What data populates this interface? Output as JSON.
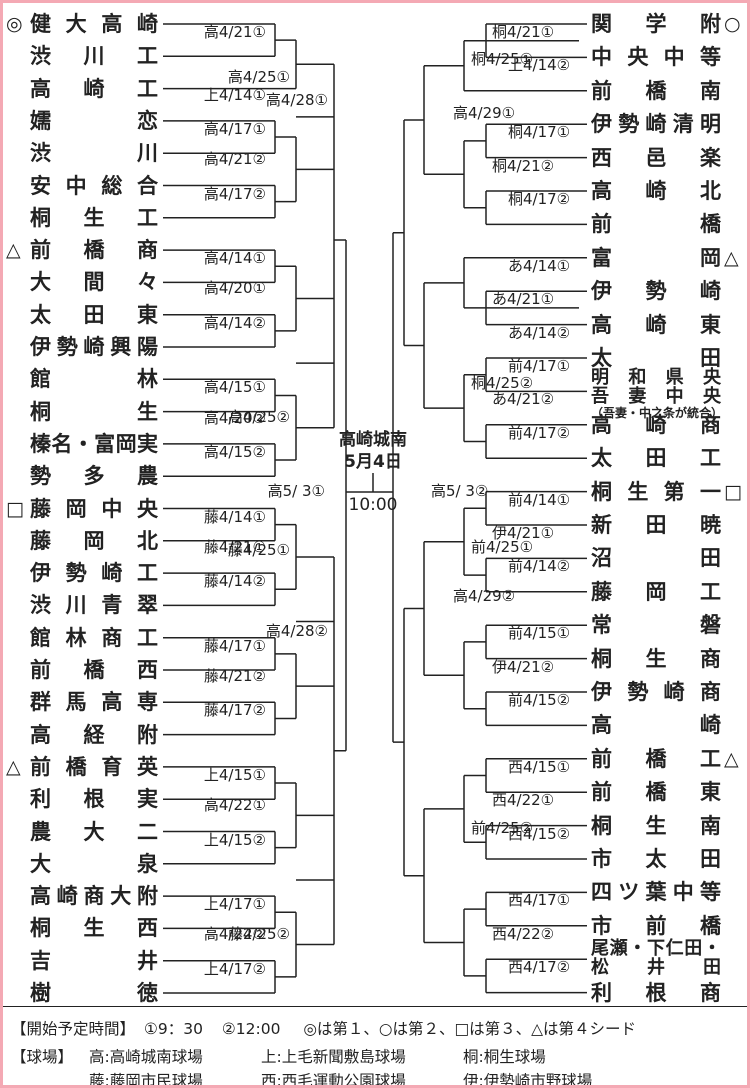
{
  "left_teams": [
    {
      "mark": "◎",
      "name": "健大高崎"
    },
    {
      "mark": "",
      "name": "渋川工"
    },
    {
      "mark": "",
      "name": "高崎工"
    },
    {
      "mark": "",
      "name": "嬬恋"
    },
    {
      "mark": "",
      "name": "渋川"
    },
    {
      "mark": "",
      "name": "安中総合"
    },
    {
      "mark": "",
      "name": "桐生工"
    },
    {
      "mark": "△",
      "name": "前橋商"
    },
    {
      "mark": "",
      "name": "大間々"
    },
    {
      "mark": "",
      "name": "太田東"
    },
    {
      "mark": "",
      "name": "伊勢崎興陽"
    },
    {
      "mark": "",
      "name": "館林"
    },
    {
      "mark": "",
      "name": "桐生"
    },
    {
      "mark": "",
      "name": "榛名・富岡実"
    },
    {
      "mark": "",
      "name": "勢多農"
    },
    {
      "mark": "□",
      "name": "藤岡中央"
    },
    {
      "mark": "",
      "name": "藤岡北"
    },
    {
      "mark": "",
      "name": "伊勢崎工"
    },
    {
      "mark": "",
      "name": "渋川青翠"
    },
    {
      "mark": "",
      "name": "館林商工"
    },
    {
      "mark": "",
      "name": "前橋西"
    },
    {
      "mark": "",
      "name": "群馬高専"
    },
    {
      "mark": "",
      "name": "高経附"
    },
    {
      "mark": "△",
      "name": "前橋育英"
    },
    {
      "mark": "",
      "name": "利根実"
    },
    {
      "mark": "",
      "name": "農大二"
    },
    {
      "mark": "",
      "name": "大泉"
    },
    {
      "mark": "",
      "name": "高崎商大附"
    },
    {
      "mark": "",
      "name": "桐生西"
    },
    {
      "mark": "",
      "name": "吉井"
    },
    {
      "mark": "",
      "name": "樹徳"
    }
  ],
  "right_teams": [
    {
      "mark": "○",
      "name": "関学附"
    },
    {
      "mark": "",
      "name": "中央中等"
    },
    {
      "mark": "",
      "name": "前橋南"
    },
    {
      "mark": "",
      "name": "伊勢崎清明"
    },
    {
      "mark": "",
      "name": "西邑楽"
    },
    {
      "mark": "",
      "name": "高崎北"
    },
    {
      "mark": "",
      "name": "前橋"
    },
    {
      "mark": "△",
      "name": "富岡"
    },
    {
      "mark": "",
      "name": "伊勢崎"
    },
    {
      "mark": "",
      "name": "高崎東"
    },
    {
      "mark": "",
      "name": "太田"
    },
    {
      "mark": "",
      "name": "明和県央",
      "line2": "吾妻中央",
      "note": "（吾妻・中之条が統合）"
    },
    {
      "mark": "",
      "name": "高崎商"
    },
    {
      "mark": "",
      "name": "太田工"
    },
    {
      "mark": "□",
      "name": "桐生第一"
    },
    {
      "mark": "",
      "name": "新田暁"
    },
    {
      "mark": "",
      "name": "沼田"
    },
    {
      "mark": "",
      "name": "藤岡工"
    },
    {
      "mark": "",
      "name": "常磐"
    },
    {
      "mark": "",
      "name": "桐生商"
    },
    {
      "mark": "",
      "name": "伊勢崎商"
    },
    {
      "mark": "",
      "name": "高崎"
    },
    {
      "mark": "△",
      "name": "前橋工"
    },
    {
      "mark": "",
      "name": "前橋東"
    },
    {
      "mark": "",
      "name": "桐生南"
    },
    {
      "mark": "",
      "name": "市太田"
    },
    {
      "mark": "",
      "name": "四ツ葉中等"
    },
    {
      "mark": "",
      "name": "市前橋"
    },
    {
      "mark": "",
      "name": "尾瀬・下仁田・",
      "line2": "松井田",
      "small": true
    },
    {
      "mark": "",
      "name": "利根商"
    }
  ],
  "left_games": {
    "r1": [
      "高4/21①",
      "上4/14①",
      "高4/17①",
      "高4/21②",
      "高4/17②",
      "高4/14①",
      "高4/20①",
      "高4/14②",
      "高4/15①",
      "高4/20②",
      "高4/15②",
      "藤4/14①",
      "藤4/21①",
      "藤4/14②",
      "藤4/17①",
      "藤4/21②",
      "藤4/17②",
      "上4/15①",
      "高4/22①",
      "上4/15②",
      "上4/17①",
      "高4/22②",
      "上4/17②"
    ],
    "r3": [
      "高4/25①",
      "高4/25②",
      "藤4/25①",
      "藤4/25②"
    ],
    "r4": [
      "高4/28①",
      "高4/28②"
    ],
    "semi": "高5/ 3①"
  },
  "right_games": {
    "r1": [
      "桐4/21①",
      "上4/14②",
      "桐4/17①",
      "桐4/21②",
      "桐4/17②",
      "あ4/14①",
      "あ4/21①",
      "あ4/14②",
      "前4/17①",
      "あ4/21②",
      "前4/17②",
      "前4/14①",
      "伊4/21①",
      "前4/14②",
      "前4/15①",
      "伊4/21②",
      "前4/15②",
      "西4/15①",
      "西4/22①",
      "西4/15②",
      "西4/17①",
      "西4/22②",
      "西4/17②"
    ],
    "r3": [
      "桐4/25①",
      "桐4/25②",
      "前4/25①",
      "前4/25②"
    ],
    "r4": [
      "高4/29①",
      "高4/29②"
    ],
    "semi": "高5/ 3②"
  },
  "final": {
    "venue": "高崎城南",
    "date": "5月4日",
    "time": "10:00"
  },
  "legend": {
    "start_label": "【開始予定時間】",
    "time1": "①9：30",
    "time2": "②12:00",
    "seeds": "◎は第１、○は第２、□は第３、△は第４シード",
    "venue_label": "【球場】",
    "venues": [
      [
        "高:高崎城南球場",
        "上:上毛新聞敷島球場",
        "桐:桐生球場"
      ],
      [
        "藤:藤岡市民球場",
        "西:西毛運動公園球場",
        "伊:伊勢崎市野球場"
      ]
    ]
  }
}
